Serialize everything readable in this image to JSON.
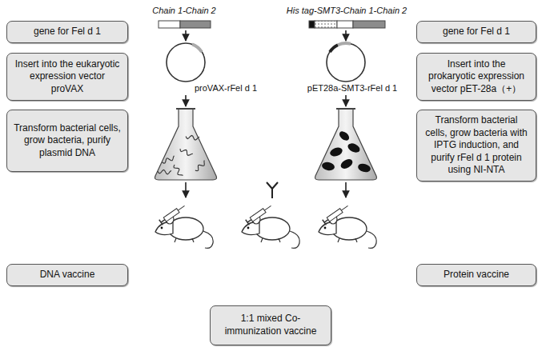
{
  "diagram": {
    "nodes": [
      {
        "text": [
          "gene for Fel d 1"
        ]
      },
      {
        "text": [
          "gene for Fel d 1"
        ]
      },
      {
        "text": [
          "Insert into the eukaryotic expression vector proVAX"
        ]
      },
      {
        "text": [
          "Insert into the prokaryotic expression vector pET-28a（+）"
        ]
      },
      {
        "text": [
          "Transform bacterial cells, grow bacteria, purify plasmid DNA"
        ]
      },
      {
        "text": [
          "Transform bacterial cells, grow bacteria with IPTG induction, and purify rFel d 1 protein using NI-NTA"
        ]
      },
      {
        "text": [
          "DNA vaccine"
        ]
      },
      {
        "text": [
          "Protein vaccine"
        ]
      },
      {
        "text": [
          "1:1 mixed Co-immunization vaccine"
        ]
      }
    ],
    "labels": [
      "Chain 1-Chain 2",
      "His tag-SMT3-Chain 1-Chain 2",
      "proVAX-rFel d 1",
      "pET28a-SMT3-rFel d 1"
    ]
  }
}
